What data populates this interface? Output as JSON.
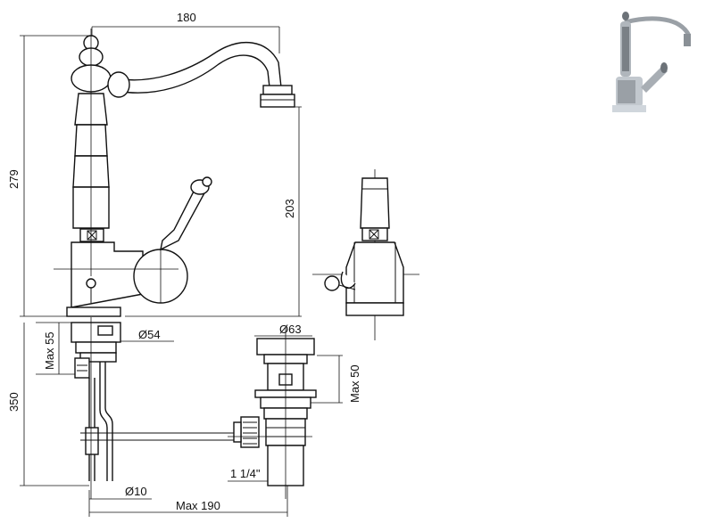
{
  "dimensions": {
    "spout_reach": "180",
    "total_height": "279",
    "spout_height": "203",
    "max_deck_thickness": "Max 55",
    "base_diameter": "Ø54",
    "below_deck_length": "350",
    "drain_cap_diameter": "Ø63",
    "drain_max_thickness": "Max 50",
    "drain_thread": "1 1/4\"",
    "rod_diameter": "Ø10",
    "rod_max_length": "Max 190"
  },
  "colors": {
    "line": "#111111",
    "background": "#ffffff"
  }
}
